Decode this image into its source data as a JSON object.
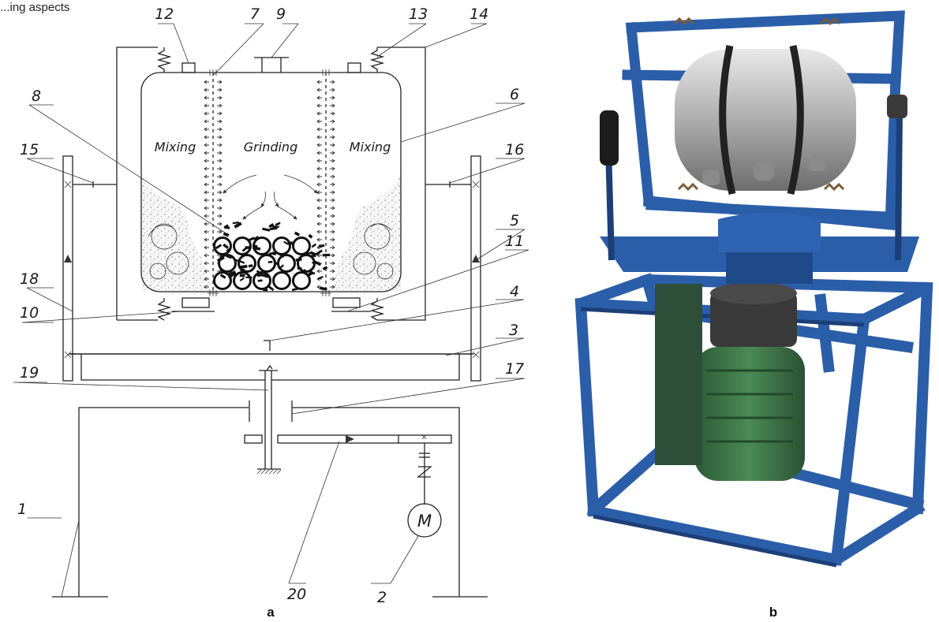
{
  "header_fragment": "...ing aspects",
  "zones": {
    "left": "Mixing",
    "center": "Grinding",
    "right": "Mixing"
  },
  "motor_symbol": "M",
  "captions": {
    "a": "a",
    "b": "b"
  },
  "labels": [
    "1",
    "2",
    "3",
    "4",
    "5",
    "6",
    "7",
    "8",
    "9",
    "10",
    "11",
    "12",
    "13",
    "14",
    "15",
    "16",
    "17",
    "18",
    "19",
    "20"
  ],
  "colors": {
    "frame": "#2b5ea8",
    "frame_dark": "#1c3f78",
    "drum": "#b9b9b9",
    "motor": "#3f7a4a",
    "ink": "#222222"
  }
}
